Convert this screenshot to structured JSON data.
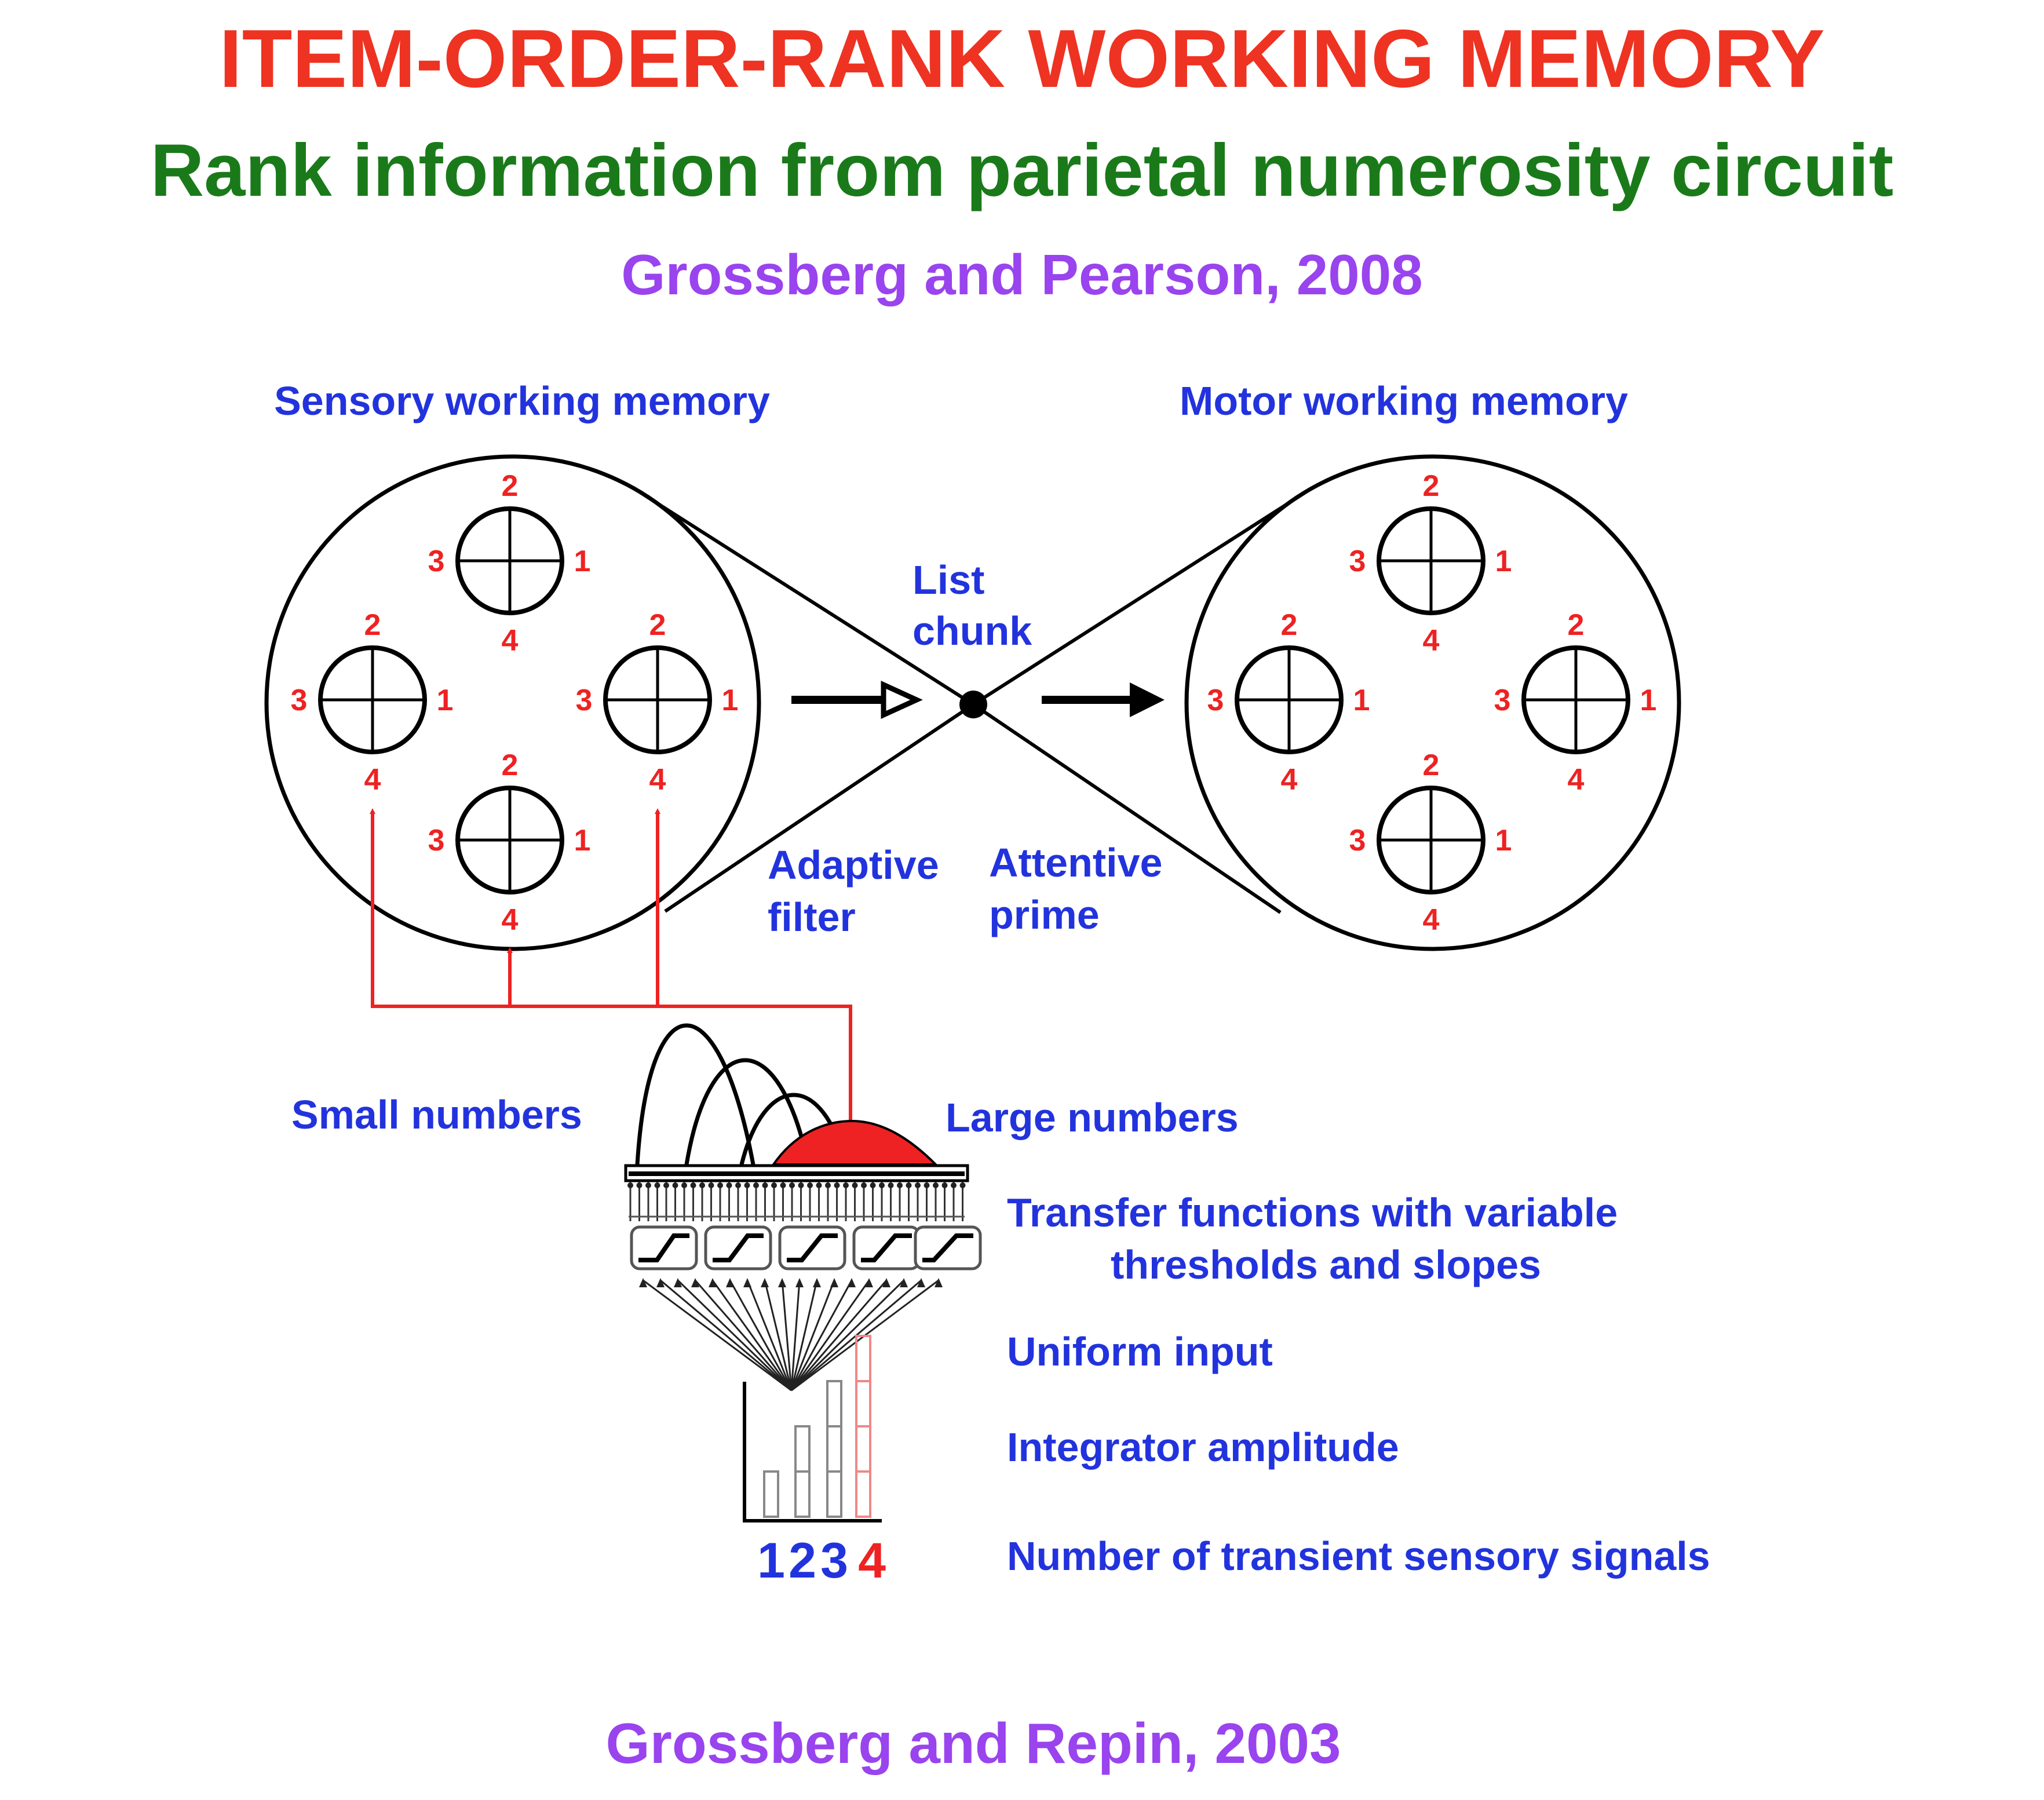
{
  "title": "ITEM-ORDER-RANK WORKING MEMORY",
  "subtitle": "Rank information from parietal numerosity circuit",
  "citation_top": "Grossberg and Pearson, 2008",
  "citation_bottom": "Grossberg and Repin, 2003",
  "labels": {
    "sensory_wm": "Sensory working memory",
    "motor_wm": "Motor working memory",
    "list_chunk_1": "List",
    "list_chunk_2": "chunk",
    "adaptive_filter_1": "Adaptive",
    "adaptive_filter_2": "filter",
    "attentive_prime_1": "Attentive",
    "attentive_prime_2": "prime",
    "small_numbers": "Small numbers",
    "large_numbers": "Large numbers",
    "transfer_1": "Transfer functions with variable",
    "transfer_2": "thresholds and slopes",
    "uniform_input": "Uniform input",
    "integrator": "Integrator amplitude",
    "num_signals": "Number of transient sensory signals"
  },
  "rank_labels": {
    "top": "2",
    "right": "1",
    "bottom": "4",
    "left": "3"
  },
  "count_labels": [
    "1",
    "2",
    "3",
    "4"
  ],
  "colors": {
    "title": "#ee3322",
    "subtitle": "#1a7a1a",
    "citation": "#9944ee",
    "label": "#2233dd",
    "rank": "#ee2222",
    "line": "#000000"
  }
}
